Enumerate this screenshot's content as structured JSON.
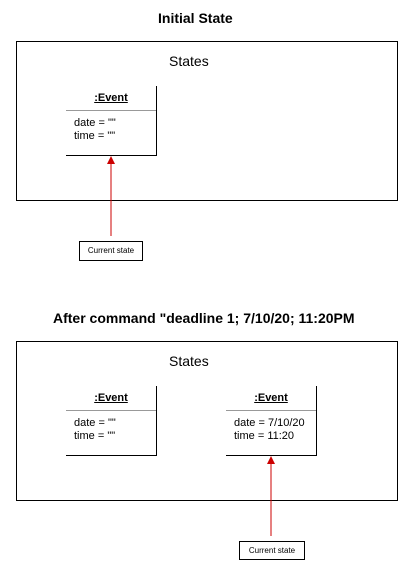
{
  "section1": {
    "heading": "Initial State",
    "frame_title": "States",
    "object": {
      "name": ":Event",
      "attrs": [
        "date = \"\"",
        "time = \"\""
      ]
    },
    "pointer_label": "Current state"
  },
  "section2": {
    "heading": "After command \"deadline 1; 7/10/20; 11:20PM",
    "frame_title": "States",
    "objects": [
      {
        "name": ":Event",
        "attrs": [
          "date = \"\"",
          "time = \"\""
        ]
      },
      {
        "name": ":Event",
        "attrs": [
          "date = 7/10/20",
          "time = 11:20"
        ]
      }
    ],
    "pointer_label": "Current state"
  },
  "colors": {
    "arrow": "#cc0000",
    "border": "#000000"
  }
}
